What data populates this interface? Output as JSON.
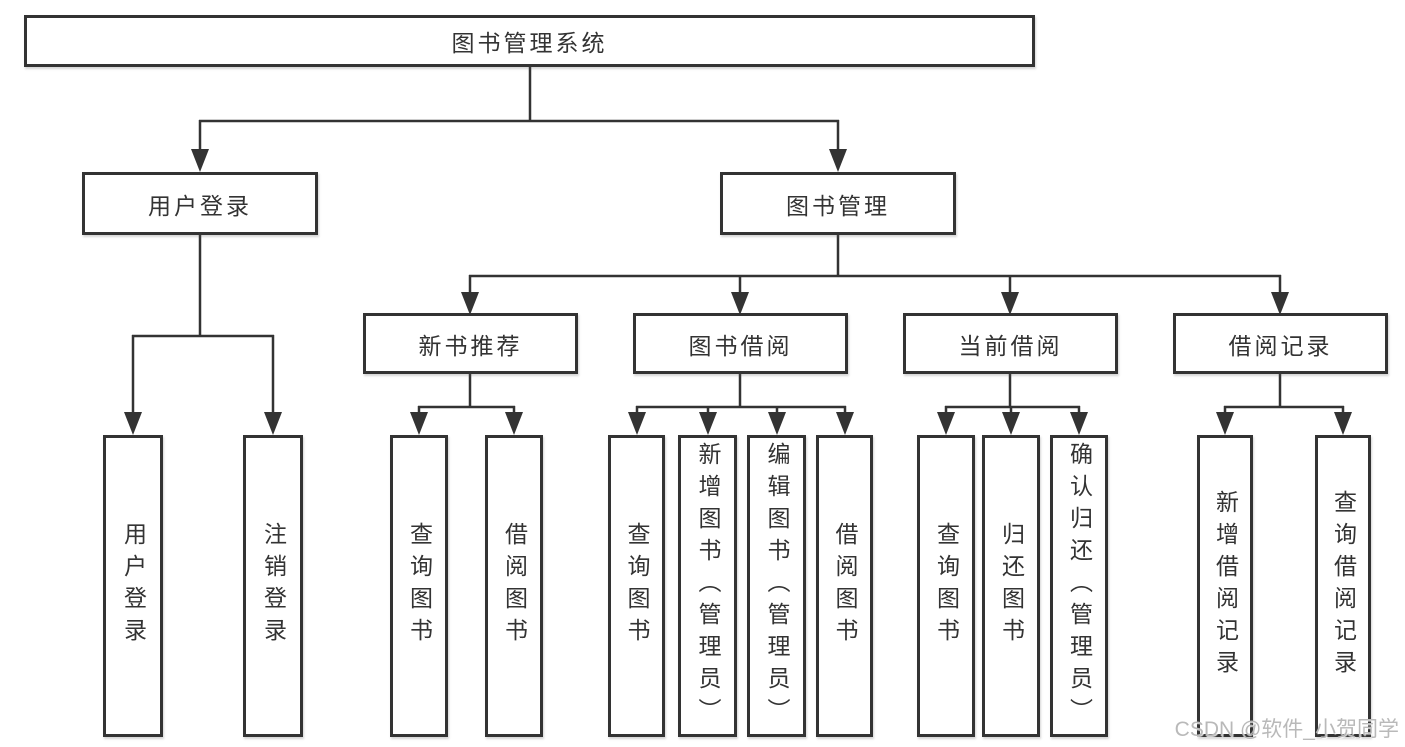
{
  "colors": {
    "line": "#333333",
    "box_border": "#333333",
    "text": "#333333",
    "background": "#ffffff",
    "watermark": "#b9b9b9"
  },
  "watermark": {
    "text": "CSDN @软件_小贺同学"
  },
  "tree": {
    "label": "图书管理系统",
    "children": [
      {
        "label": "用户登录",
        "children": [
          {
            "label": "用户登录"
          },
          {
            "label": "注销登录"
          }
        ]
      },
      {
        "label": "图书管理",
        "children": [
          {
            "label": "新书推荐",
            "children": [
              {
                "label": "查询图书"
              },
              {
                "label": "借阅图书"
              }
            ]
          },
          {
            "label": "图书借阅",
            "children": [
              {
                "label": "查询图书"
              },
              {
                "label": "新增图书（管理员）"
              },
              {
                "label": "编辑图书（管理员）"
              },
              {
                "label": "借阅图书"
              }
            ]
          },
          {
            "label": "当前借阅",
            "children": [
              {
                "label": "查询图书"
              },
              {
                "label": "归还图书"
              },
              {
                "label": "确认归还（管理员）"
              }
            ]
          },
          {
            "label": "借阅记录",
            "children": [
              {
                "label": "新增借阅记录"
              },
              {
                "label": "查询借阅记录"
              }
            ]
          }
        ]
      }
    ]
  }
}
